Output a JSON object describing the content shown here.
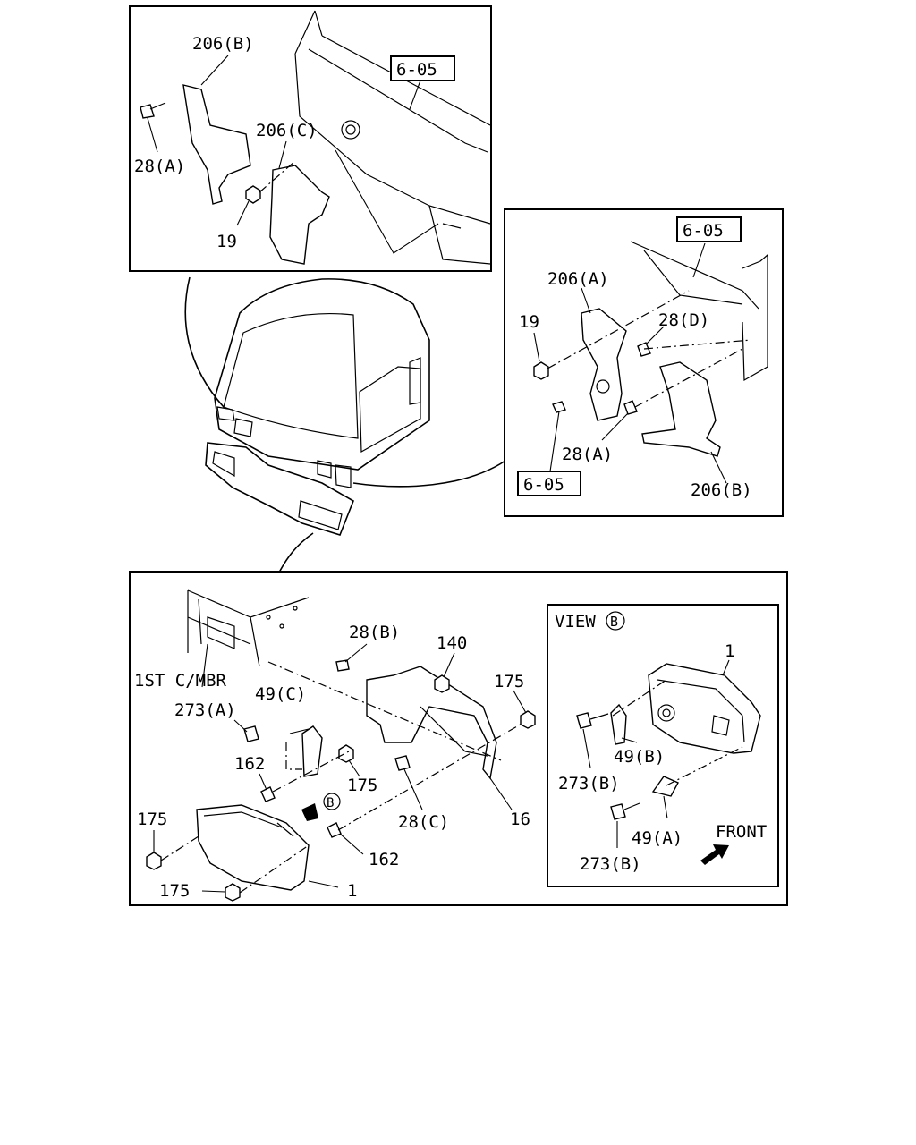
{
  "top_left_panel": {
    "ref_box": "6-05",
    "labels": {
      "l206b": "206(B)",
      "l206c": "206(C)",
      "l28a": "28(A)",
      "l19": "19"
    }
  },
  "right_panel": {
    "ref_box_top": "6-05",
    "ref_box_bottom": "6-05",
    "labels": {
      "l206a": "206(A)",
      "l19": "19",
      "l28d": "28(D)",
      "l28a": "28(A)",
      "l206b": "206(B)"
    }
  },
  "bottom_panel": {
    "labels": {
      "l1st": "1ST C/MBR",
      "l28b": "28(B)",
      "l140": "140",
      "l175a": "175",
      "l273a": "273(A)",
      "l49c": "49(C)",
      "l162a": "162",
      "l175b": "175",
      "l175c": "175",
      "l28c": "28(C)",
      "l16": "16",
      "l162b": "162",
      "l175d": "175",
      "l1": "1",
      "view_marker": "B"
    },
    "view_box": {
      "title": "VIEW",
      "title_marker": "B",
      "labels": {
        "l1": "1",
        "l49b": "49(B)",
        "l273b1": "273(B)",
        "l49a": "49(A)",
        "l273b2": "273(B)",
        "front": "FRONT"
      }
    }
  }
}
